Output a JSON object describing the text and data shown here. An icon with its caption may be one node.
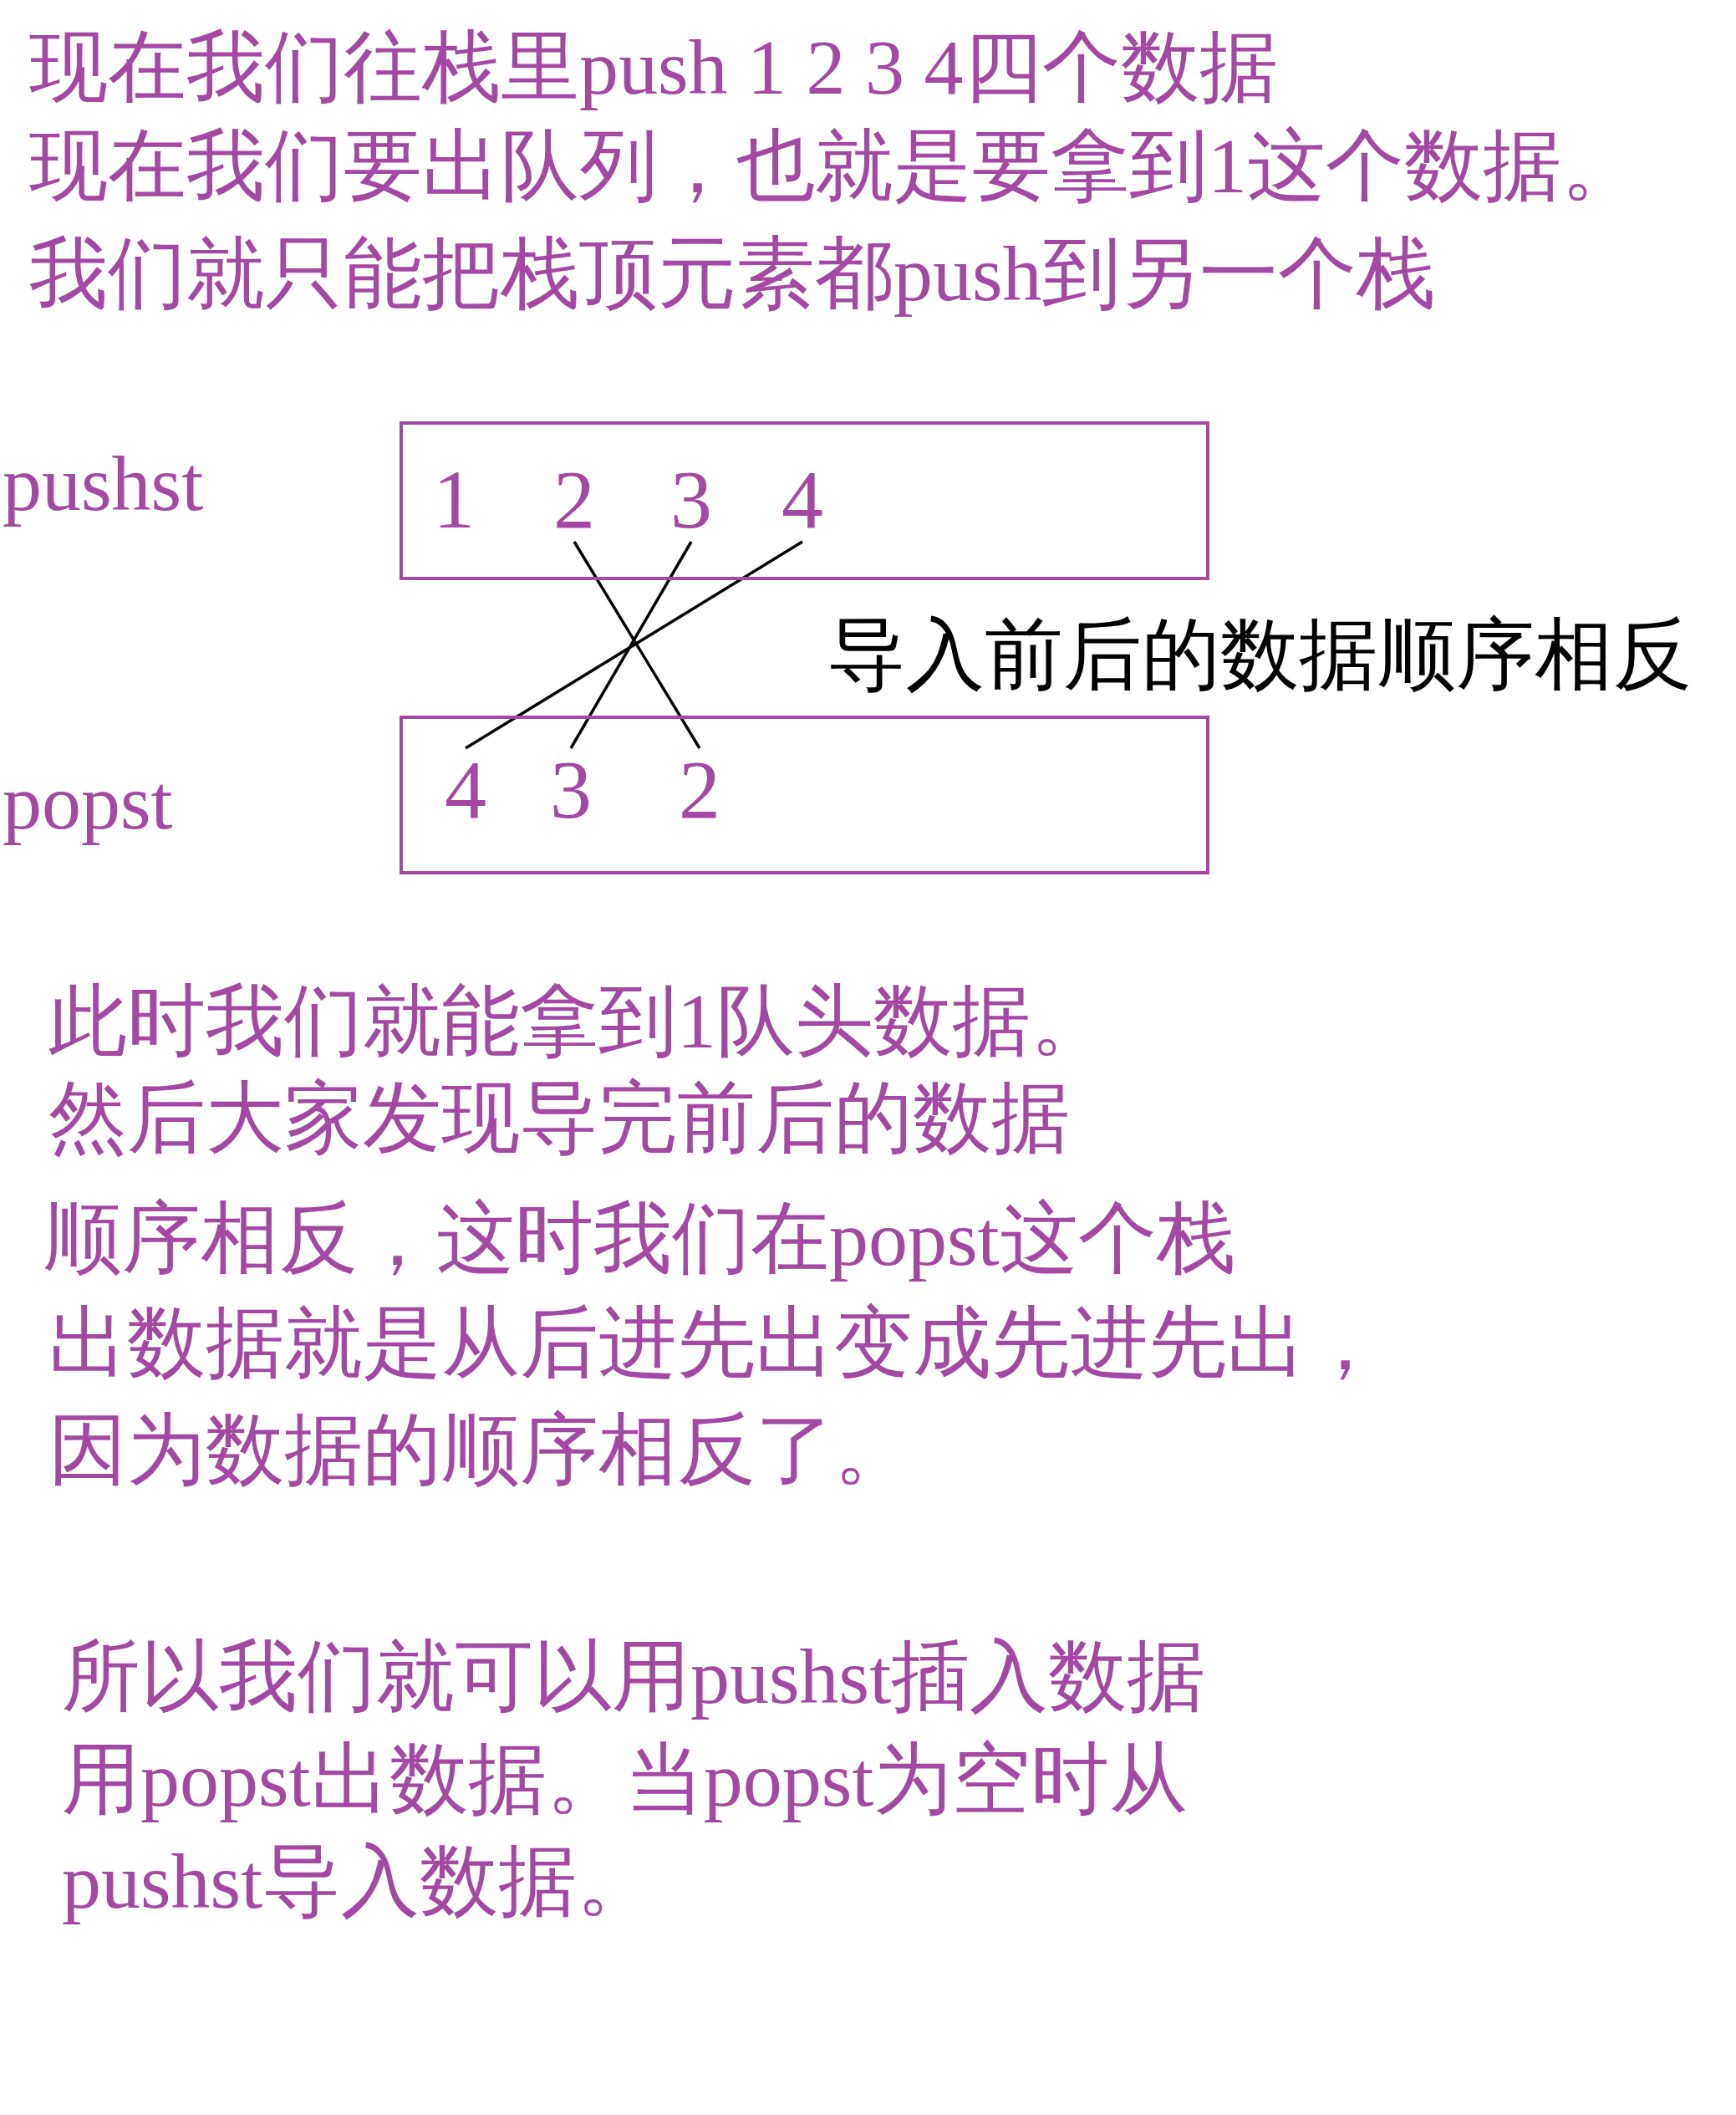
{
  "diagram": {
    "nodes": [
      {
        "text": [
          "pushst"
        ]
      },
      {
        "text": [
          "1"
        ],
        "in": 0
      },
      {
        "text": [
          "2"
        ],
        "in": 0
      },
      {
        "text": [
          "3"
        ],
        "in": 0
      },
      {
        "text": [
          "4"
        ],
        "in": 0
      },
      {
        "text": [
          "popst"
        ]
      },
      {
        "text": [
          "4"
        ],
        "in": 5
      },
      {
        "text": [
          "3"
        ],
        "in": 5
      },
      {
        "text": [
          "2"
        ],
        "in": 5
      }
    ],
    "edges": [
      {
        "from": 2,
        "to": 8,
        "arrow": "none"
      },
      {
        "from": 3,
        "to": 7,
        "arrow": "none"
      },
      {
        "from": 4,
        "to": 6,
        "arrow": "none"
      }
    ],
    "labels": [
      "现在我们往栈里push 1 2 3 4四个数据",
      "现在我们要出队列，也就是要拿到1这个数据。",
      "我们就只能把栈顶元素都push到另一个栈",
      "导入前后的数据顺序相反",
      "此时我们就能拿到1队头数据。",
      "然后大家发现导完前后的数据",
      "顺序相反，这时我们在popst这个栈",
      "出数据就是从后进先出变成先进先出，",
      "因为数据的顺序相反了。",
      "所以我们就可以用pushst插入数据",
      "用popst出数据。当popst为空时从",
      "pushst导入数据。"
    ]
  }
}
